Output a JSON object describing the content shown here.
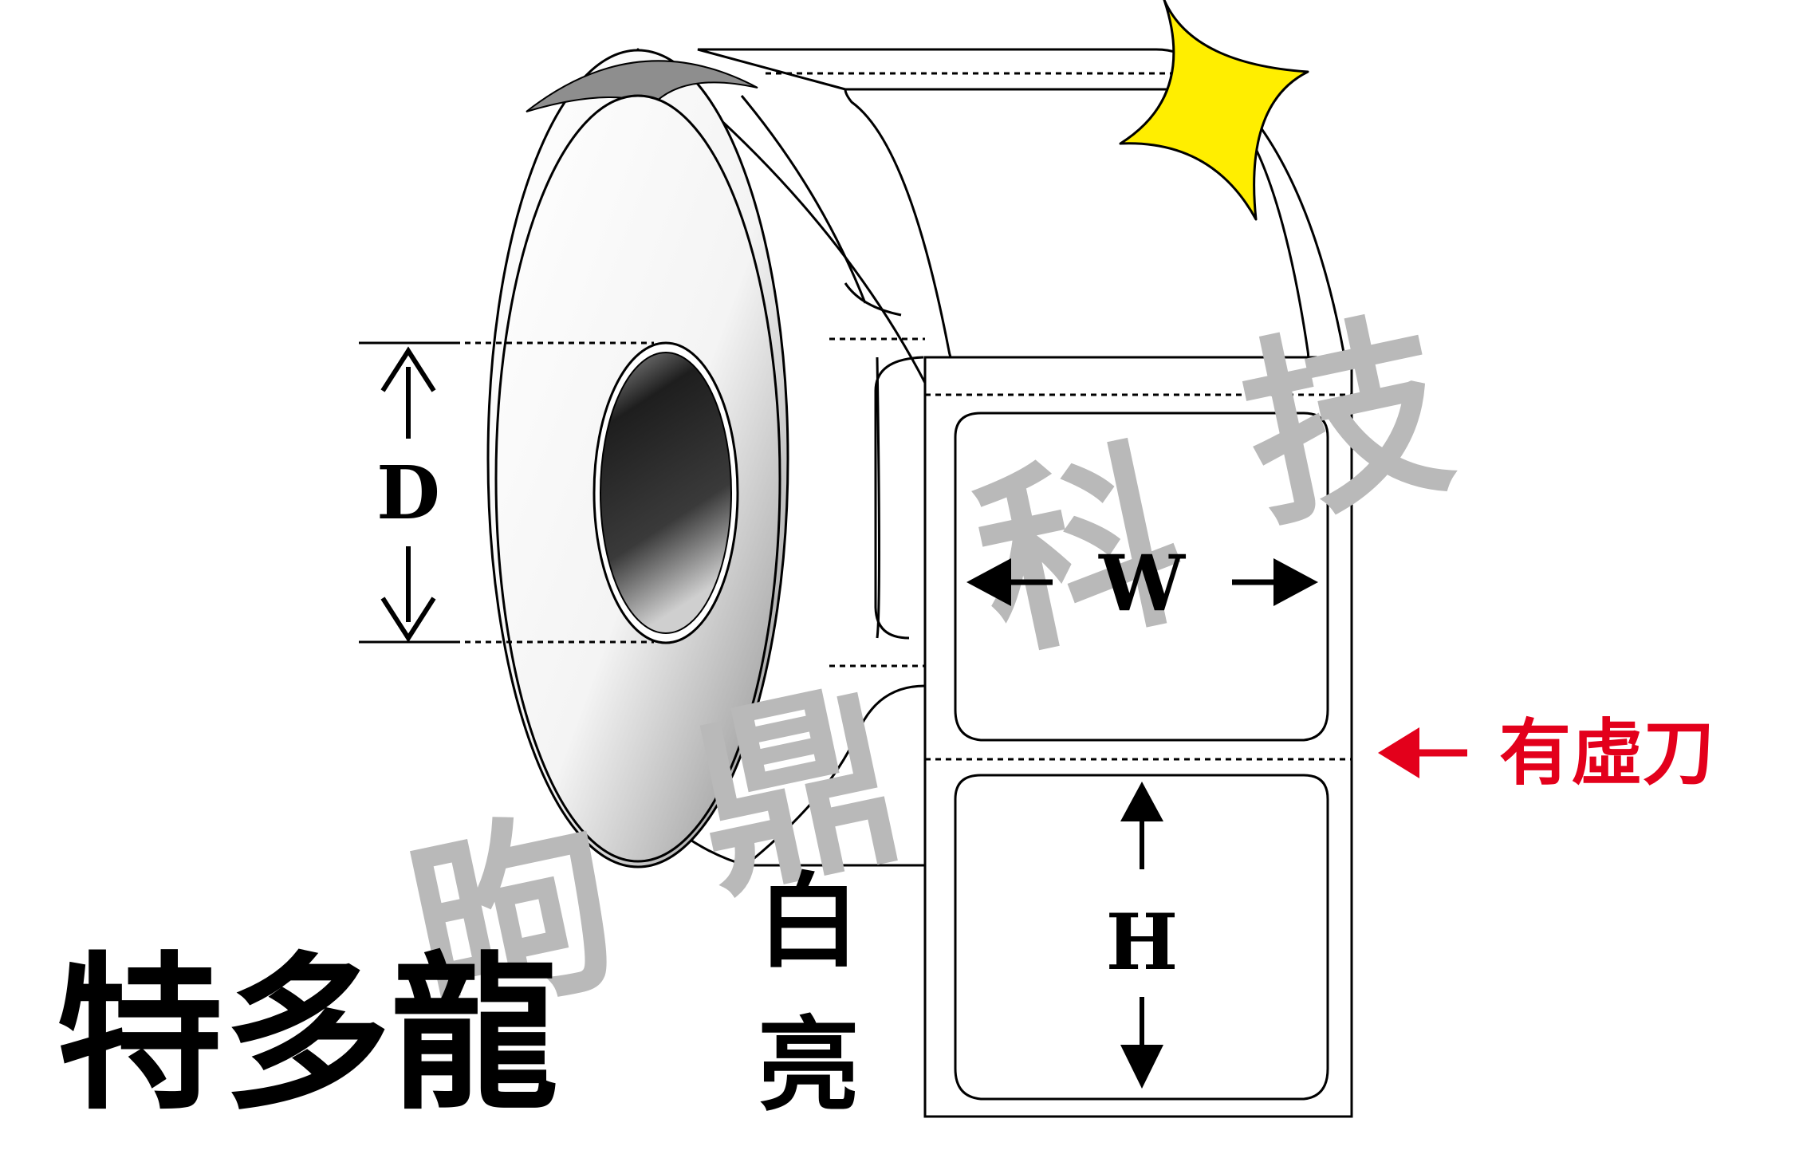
{
  "diagram": {
    "dimensions": {
      "diameter_label": "D",
      "width_label": "W",
      "height_label": "H"
    },
    "perforation_note": "有虛刀",
    "product": {
      "name": "特多龍",
      "finish": [
        "白",
        "亮"
      ]
    },
    "watermark": [
      "昫",
      "鼎",
      "科",
      "技"
    ],
    "colors": {
      "note_red": "#e3001b",
      "sparkle_yellow": "#ffee00",
      "watermark_gray": "#b9b9b9"
    },
    "icons": [
      "sparkle-icon",
      "arrow-left-icon"
    ]
  }
}
